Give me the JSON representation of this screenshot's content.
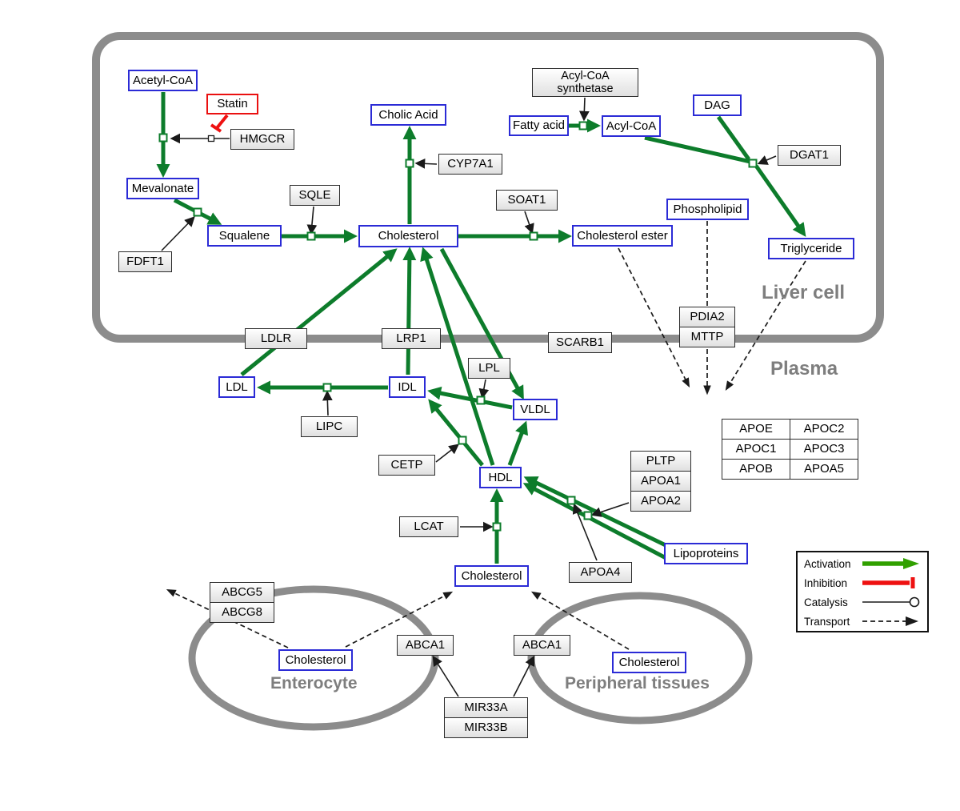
{
  "compartments": {
    "liver": "Liver cell",
    "plasma": "Plasma",
    "enterocyte": "Enterocyte",
    "peripheral": "Peripheral tissues"
  },
  "nodes": {
    "acetyl_coa": "Acetyl-CoA",
    "statin": "Statin",
    "hmgcr": "HMGCR",
    "mevalonate": "Mevalonate",
    "fdft1": "FDFT1",
    "squalene": "Squalene",
    "sqle": "SQLE",
    "cholic_acid": "Cholic Acid",
    "cyp7a1": "CYP7A1",
    "cholesterol_liver": "Cholesterol",
    "soat1": "SOAT1",
    "cholesterol_ester": "Cholesterol ester",
    "acyl_coa_synthetase": {
      "line1": "Acyl-CoA",
      "line2": "synthetase"
    },
    "fatty_acid": "Fatty acid",
    "acyl_coa": "Acyl-CoA",
    "dag": "DAG",
    "dgat1": "DGAT1",
    "phospholipid": "Phospholipid",
    "triglyceride": "Triglyceride",
    "ldlr": "LDLR",
    "lrp1": "LRP1",
    "scarb1": "SCARB1",
    "pdia2": "PDIA2",
    "mttp": "MTTP",
    "ldl": "LDL",
    "idl": "IDL",
    "lpl": "LPL",
    "vldl": "VLDL",
    "lipc": "LIPC",
    "cetp": "CETP",
    "hdl": "HDL",
    "pltp": "PLTP",
    "apoa1": "APOA1",
    "apoa2": "APOA2",
    "lcat": "LCAT",
    "apoa4": "APOA4",
    "lipoproteins": "Lipoproteins",
    "cholesterol_plasma": "Cholesterol",
    "apo_table": [
      [
        "APOE",
        "APOC2"
      ],
      [
        "APOC1",
        "APOC3"
      ],
      [
        "APOB",
        "APOA5"
      ]
    ],
    "abcg5": "ABCG5",
    "abcg8": "ABCG8",
    "cholesterol_enterocyte": "Cholesterol",
    "abca1_left": "ABCA1",
    "abca1_right": "ABCA1",
    "cholesterol_peripheral": "Cholesterol",
    "mir33a": "MIR33A",
    "mir33b": "MIR33B"
  },
  "legend": {
    "activation": "Activation",
    "inhibition": "Inhibition",
    "catalysis": "Catalysis",
    "transport": "Transport"
  },
  "colors": {
    "activation_edge": "#0d7c2b",
    "activation_legend": "#31a000",
    "inhibition": "#ee1111",
    "catalysis": "#1a1a1a",
    "transport": "#1a1a1a",
    "metabolite_border": "#2b2bd6",
    "membrane": "#8c8c8c"
  }
}
